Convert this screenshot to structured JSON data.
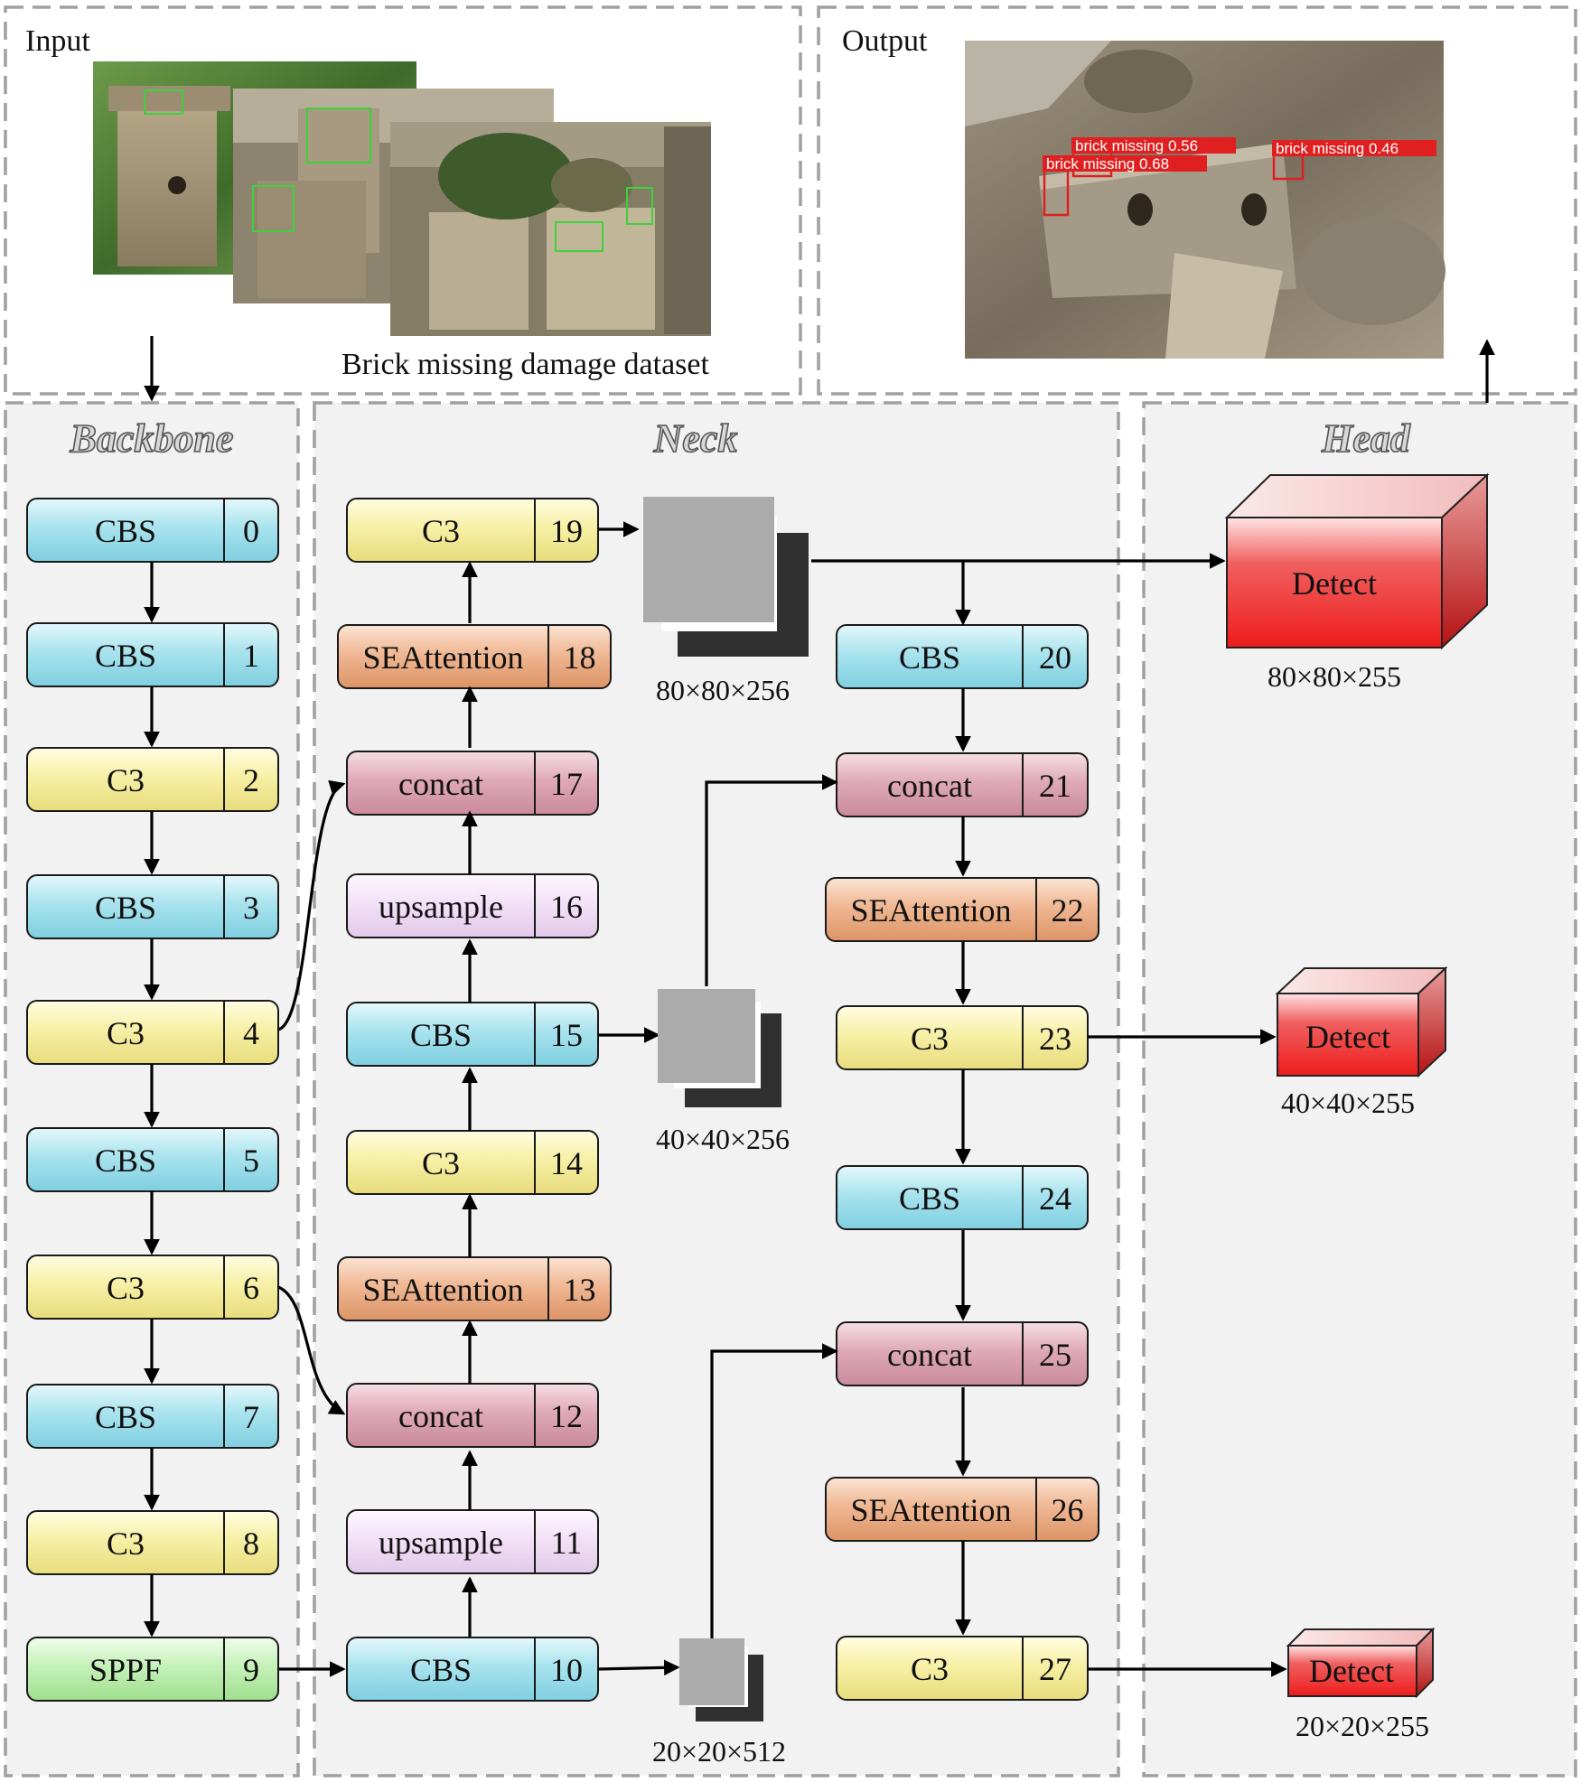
{
  "sections": {
    "input": "Input",
    "output": "Output",
    "dataset_caption": "Brick missing damage dataset",
    "backbone": "Backbone",
    "neck": "Neck",
    "head": "Head"
  },
  "modules": {
    "m0": {
      "label": "CBS",
      "index": "0"
    },
    "m1": {
      "label": "CBS",
      "index": "1"
    },
    "m2": {
      "label": "C3",
      "index": "2"
    },
    "m3": {
      "label": "CBS",
      "index": "3"
    },
    "m4": {
      "label": "C3",
      "index": "4"
    },
    "m5": {
      "label": "CBS",
      "index": "5"
    },
    "m6": {
      "label": "C3",
      "index": "6"
    },
    "m7": {
      "label": "CBS",
      "index": "7"
    },
    "m8": {
      "label": "C3",
      "index": "8"
    },
    "m9": {
      "label": "SPPF",
      "index": "9"
    },
    "m10": {
      "label": "CBS",
      "index": "10"
    },
    "m11": {
      "label": "upsample",
      "index": "11"
    },
    "m12": {
      "label": "concat",
      "index": "12"
    },
    "m13": {
      "label": "SEAttention",
      "index": "13"
    },
    "m14": {
      "label": "C3",
      "index": "14"
    },
    "m15": {
      "label": "CBS",
      "index": "15"
    },
    "m16": {
      "label": "upsample",
      "index": "16"
    },
    "m17": {
      "label": "concat",
      "index": "17"
    },
    "m18": {
      "label": "SEAttention",
      "index": "18"
    },
    "m19": {
      "label": "C3",
      "index": "19"
    },
    "m20": {
      "label": "CBS",
      "index": "20"
    },
    "m21": {
      "label": "concat",
      "index": "21"
    },
    "m22": {
      "label": "SEAttention",
      "index": "22"
    },
    "m23": {
      "label": "C3",
      "index": "23"
    },
    "m24": {
      "label": "CBS",
      "index": "24"
    },
    "m25": {
      "label": "concat",
      "index": "25"
    },
    "m26": {
      "label": "SEAttention",
      "index": "26"
    },
    "m27": {
      "label": "C3",
      "index": "27"
    }
  },
  "feature_maps": {
    "f80": "80×80×256",
    "f40": "40×40×256",
    "f20": "20×20×512"
  },
  "detect": {
    "d80": {
      "label": "Detect",
      "dims": "80×80×255"
    },
    "d40": {
      "label": "Detect",
      "dims": "40×40×255"
    },
    "d20": {
      "label": "Detect",
      "dims": "20×20×255"
    }
  },
  "detections": [
    {
      "label": "brick missing 0.56"
    },
    {
      "label": "brick missing 0.68"
    },
    {
      "label": "brick missing 0.46"
    }
  ],
  "colors": {
    "cbs": "#a9e3ee",
    "c3": "#f7f0a6",
    "sppf": "#c5f1b9",
    "upsample": "#f3e2f7",
    "concat": "#dfa9b8",
    "seattention": "#f0b894",
    "detect": "#ee2222",
    "panel_bg": "#f2f2f2",
    "dashed_border": "#9a9a9a"
  }
}
